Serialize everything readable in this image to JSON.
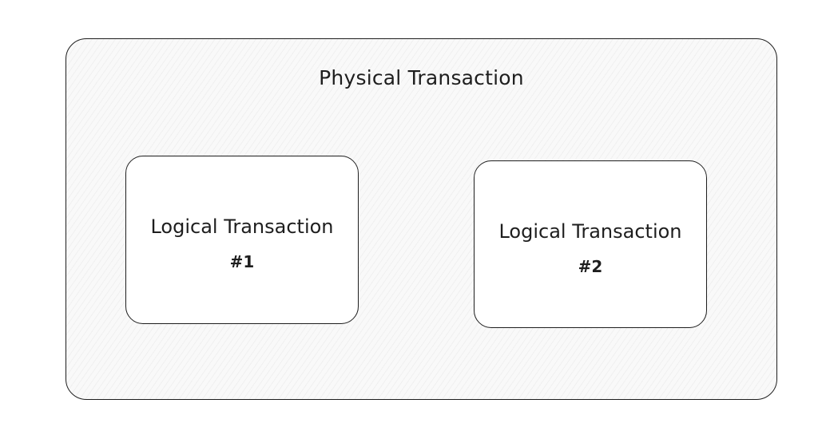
{
  "diagram": {
    "outer": {
      "label": "Physical Transaction"
    },
    "inner": [
      {
        "label": "Logical Transaction",
        "sublabel": "#1"
      },
      {
        "label": "Logical Transaction",
        "sublabel": "#2"
      }
    ],
    "colors": {
      "stroke": "#1e1e1e",
      "outer_fill": "#f9f9f9",
      "inner_fill": "#ffffff",
      "background": "#ffffff"
    }
  }
}
